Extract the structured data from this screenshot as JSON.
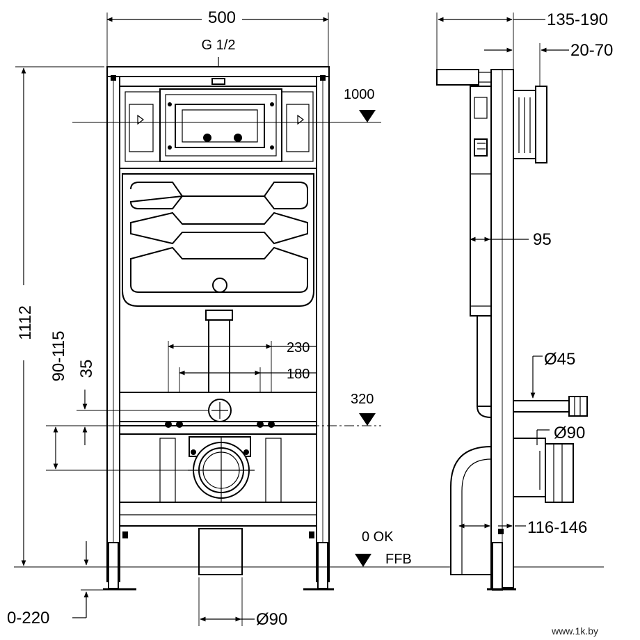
{
  "diagram": {
    "front_view": {
      "width_label": "500",
      "inlet_label": "G 1/2",
      "height_label": "1112",
      "flush_level_label": "1000",
      "spacing_outer_label": "230",
      "spacing_inner_label": "180",
      "bolt_level_label": "320",
      "offset_range_label": "90-115",
      "offset_small_label": "35",
      "adjust_label": "0-220",
      "drain_dia_label": "Ø90",
      "floor_label_top": "0  OK",
      "floor_label_bottom": "FFB"
    },
    "side_view": {
      "depth_range_label": "135-190",
      "wall_range_label": "20-70",
      "frame_depth_label": "95",
      "supply_dia_label": "Ø45",
      "drain_dia_label": "Ø90",
      "drain_offset_label": "116-146"
    },
    "watermark": "www.1k.by",
    "colors": {
      "line": "#000000",
      "background": "#ffffff"
    }
  }
}
